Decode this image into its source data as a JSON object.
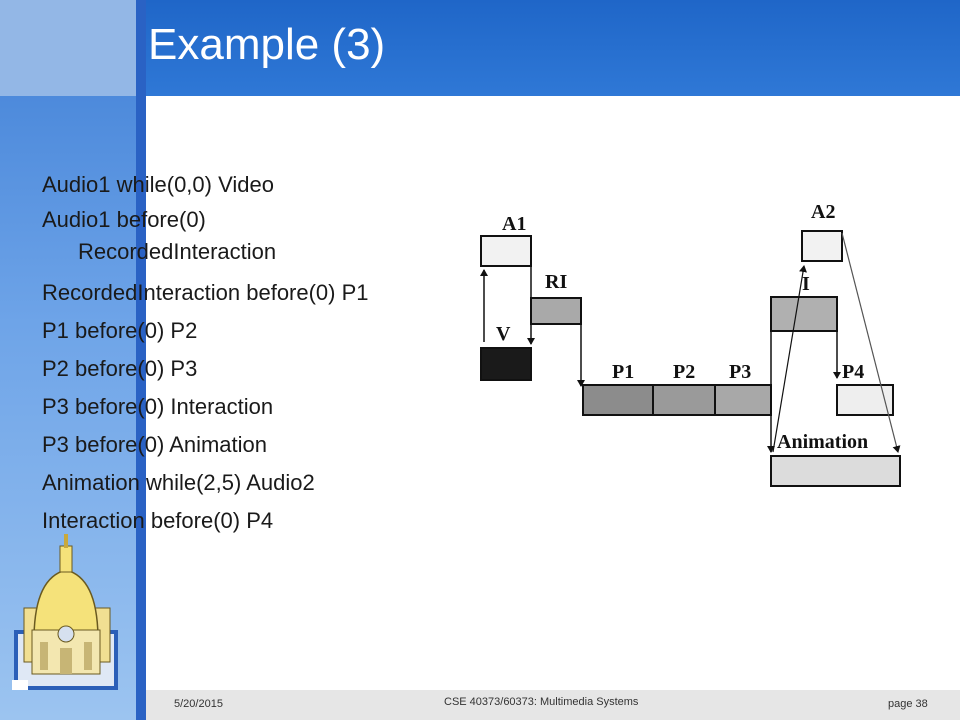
{
  "slide": {
    "title": "Example (3)",
    "bullets": [
      {
        "text": "Audio1 while(0,0) Video"
      },
      {
        "line1": "Audio1 before(0)",
        "line2": "RecordedInteraction"
      },
      {
        "text": "RecordedInteraction before(0) P1"
      },
      {
        "text": "P1 before(0) P2"
      },
      {
        "text": "P2 before(0) P3"
      },
      {
        "text": "P3 before(0) Interaction"
      },
      {
        "text": "P3 before(0) Animation"
      },
      {
        "text": "Animation while(2,5) Audio2"
      },
      {
        "text": "Interaction before(0) P4"
      }
    ]
  },
  "diagram": {
    "labels": {
      "a1": "A1",
      "ri": "RI",
      "v": "V",
      "p1": "P1",
      "p2": "P2",
      "p3": "P3",
      "a2": "A2",
      "i": "I",
      "p4": "P4",
      "animation": "Animation"
    }
  },
  "footer": {
    "date": "5/20/2015",
    "course": "CSE 40373/60373: Multimedia Systems",
    "page": "page 38"
  },
  "colors": {
    "header": "#2f78d6",
    "strip": "#3f7fd6",
    "footer": "#e6e6e6"
  }
}
